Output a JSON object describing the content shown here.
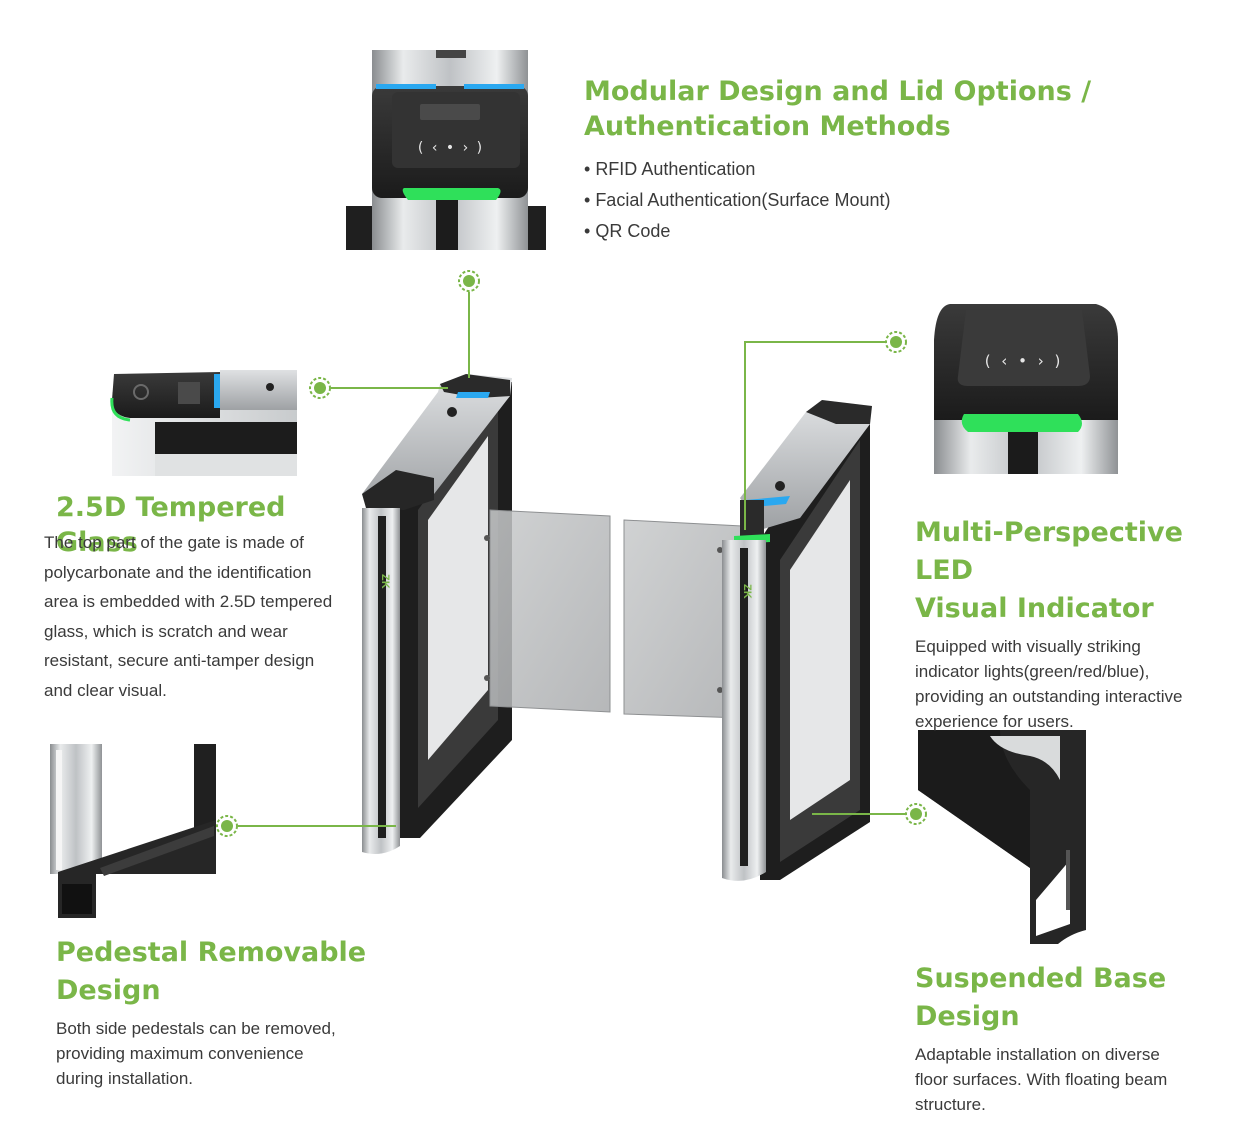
{
  "sections": {
    "modular": {
      "title_line1": "Modular Design and Lid Options /",
      "title_line2": "Authentication Methods",
      "bullets": [
        "RFID Authentication",
        "Facial Authentication(Surface Mount)",
        "QR Code"
      ]
    },
    "glass": {
      "title": "2.5D Tempered Glass",
      "lines": [
        "The top part of the gate is made of",
        "polycarbonate and the identification",
        "area is embedded with 2.5D tempered",
        "glass, which is scratch and wear",
        "resistant, secure anti-tamper design",
        "and clear visual."
      ]
    },
    "led": {
      "title_line1": "Multi-Perspective LED",
      "title_line2": "Visual Indicator",
      "lines": [
        "Equipped with visually striking",
        "indicator lights(green/red/blue),",
        "providing an outstanding interactive",
        "experience for users."
      ]
    },
    "pedestal": {
      "title_line1": "Pedestal Removable",
      "title_line2": "Design",
      "lines": [
        "Both side pedestals can be removed,",
        "providing maximum convenience",
        "during installation."
      ]
    },
    "base": {
      "title_line1": "Suspended Base",
      "title_line2": "Design",
      "lines": [
        "Adaptable installation on diverse",
        "floor surfaces. With floating beam",
        "structure."
      ]
    }
  },
  "reader_symbol": "( ‹ • › )",
  "logo_text": "ZK",
  "colors": {
    "accent_green": "#7ab648",
    "led_green": "#2fe05a",
    "led_blue": "#2aa8f0",
    "housing_black": "#2b2b2b",
    "steel": "#c9cccf",
    "text": "#3a3a3a"
  },
  "icons": [
    "callout-dot-icon",
    "rfid-reader-icon",
    "zk-logo-icon"
  ]
}
